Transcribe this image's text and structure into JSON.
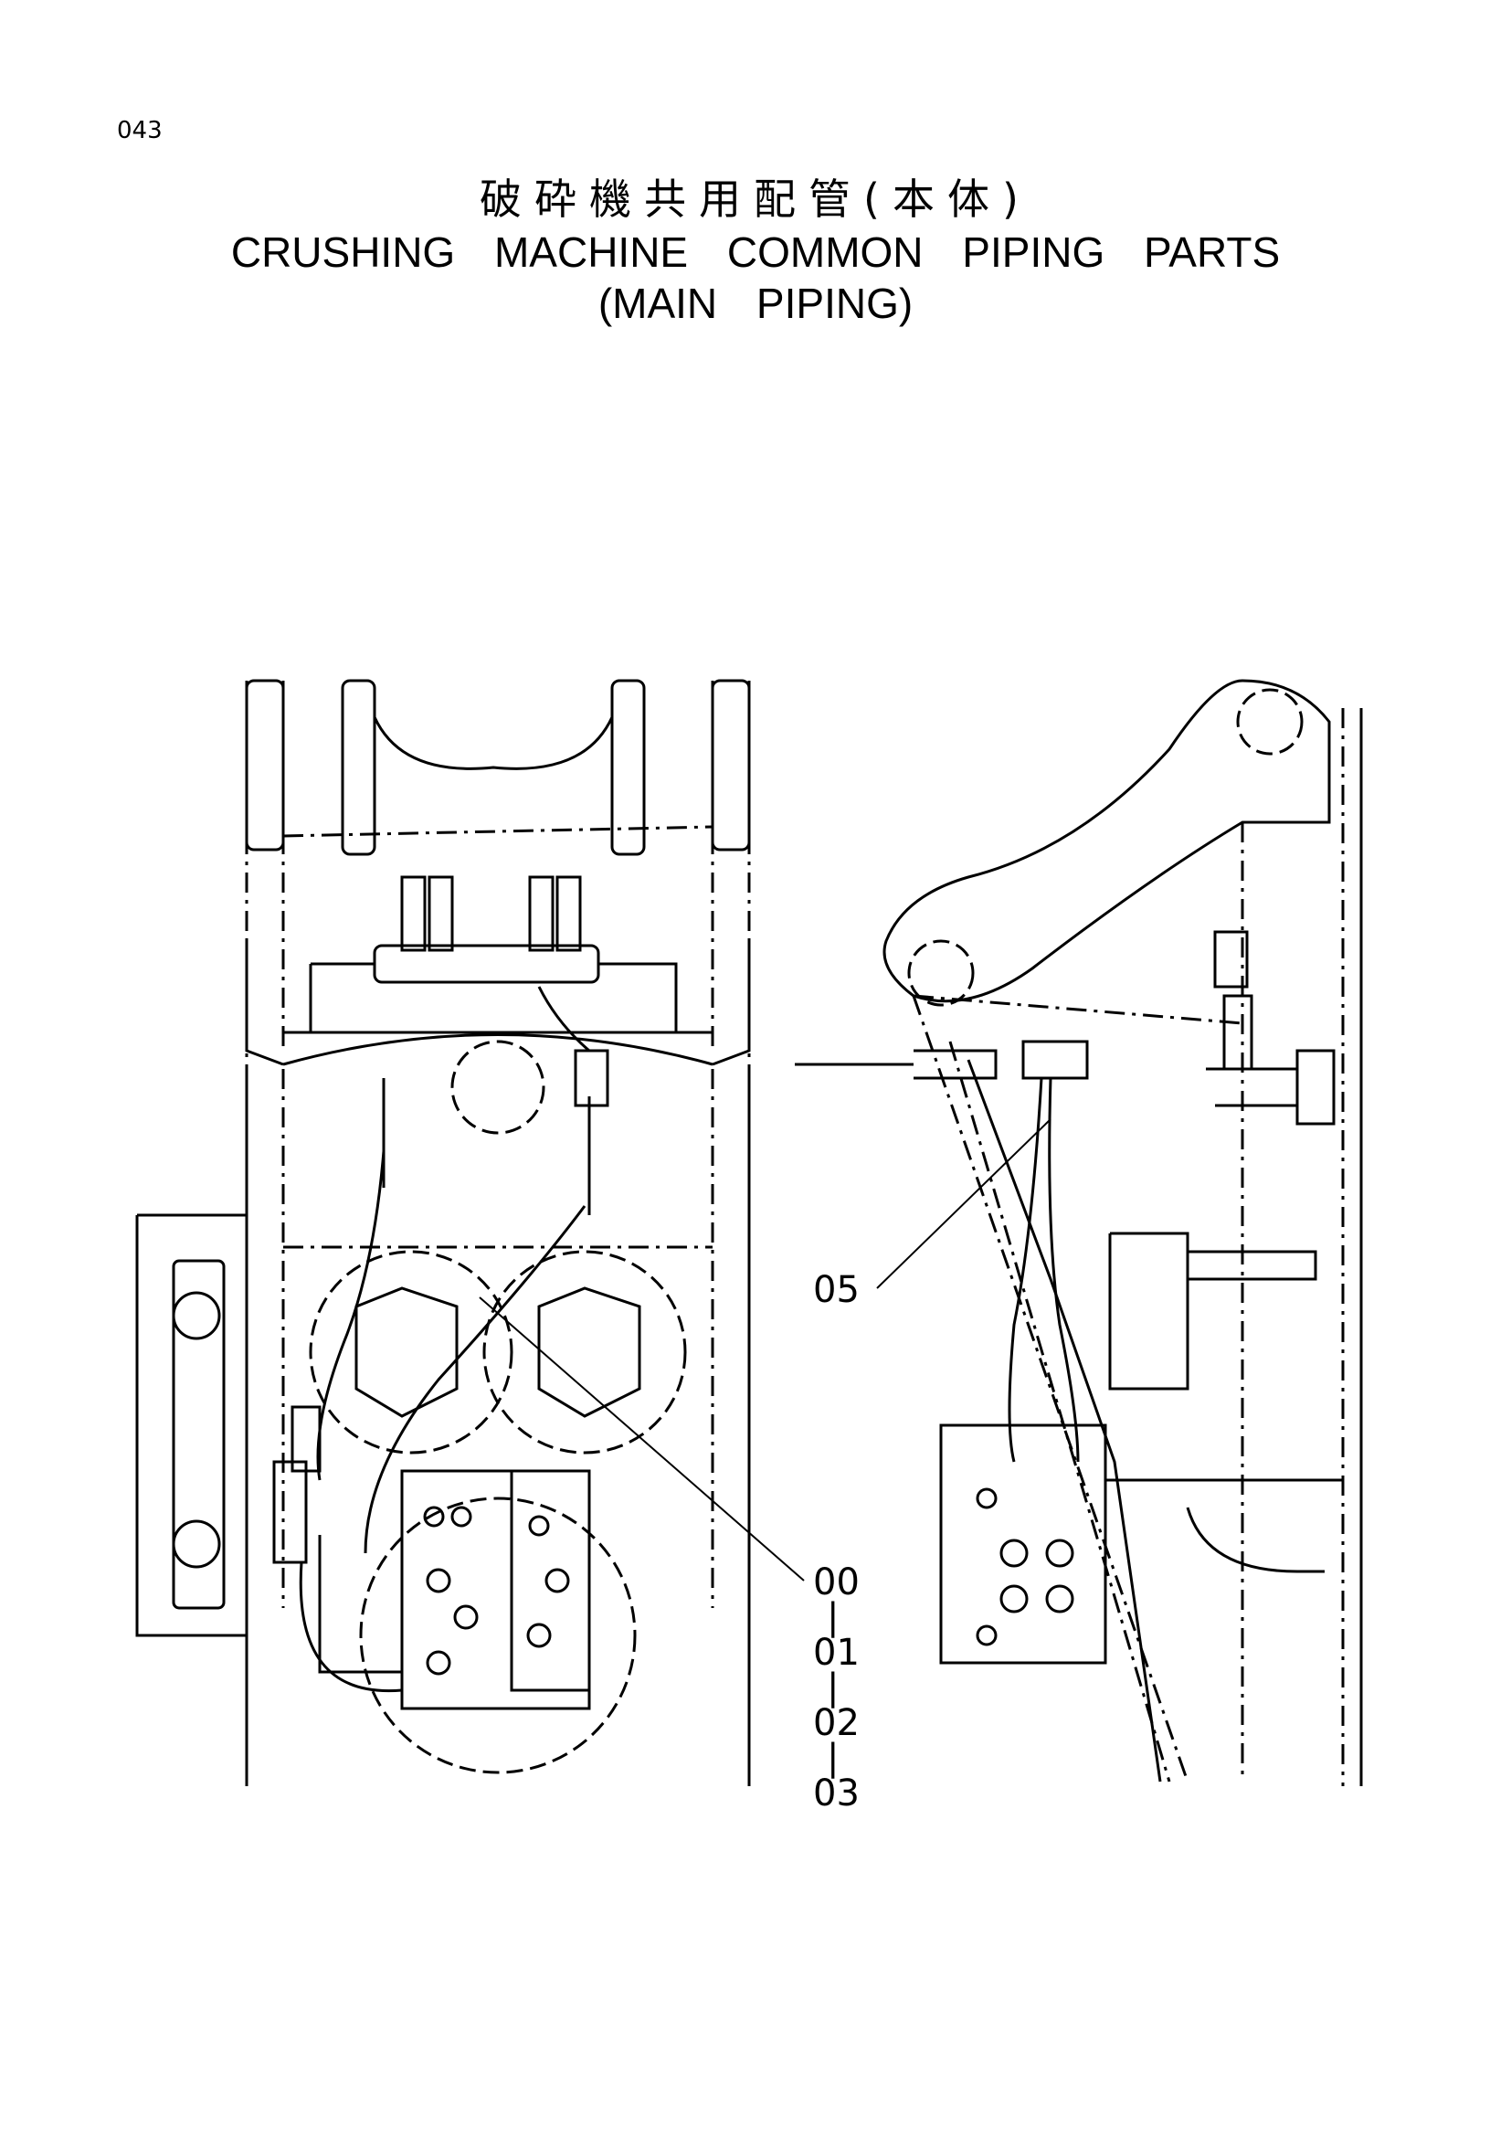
{
  "page": {
    "number": "043"
  },
  "title": {
    "japanese": "破砕機共用配管(本体)",
    "english_line1": "CRUSHING MACHINE COMMON PIPING PARTS",
    "english_line2": "(MAIN PIPING)"
  },
  "callouts": {
    "c05": "05",
    "c00": "00",
    "c01": "01",
    "c02": "02",
    "c03": "03",
    "sep": "|"
  }
}
